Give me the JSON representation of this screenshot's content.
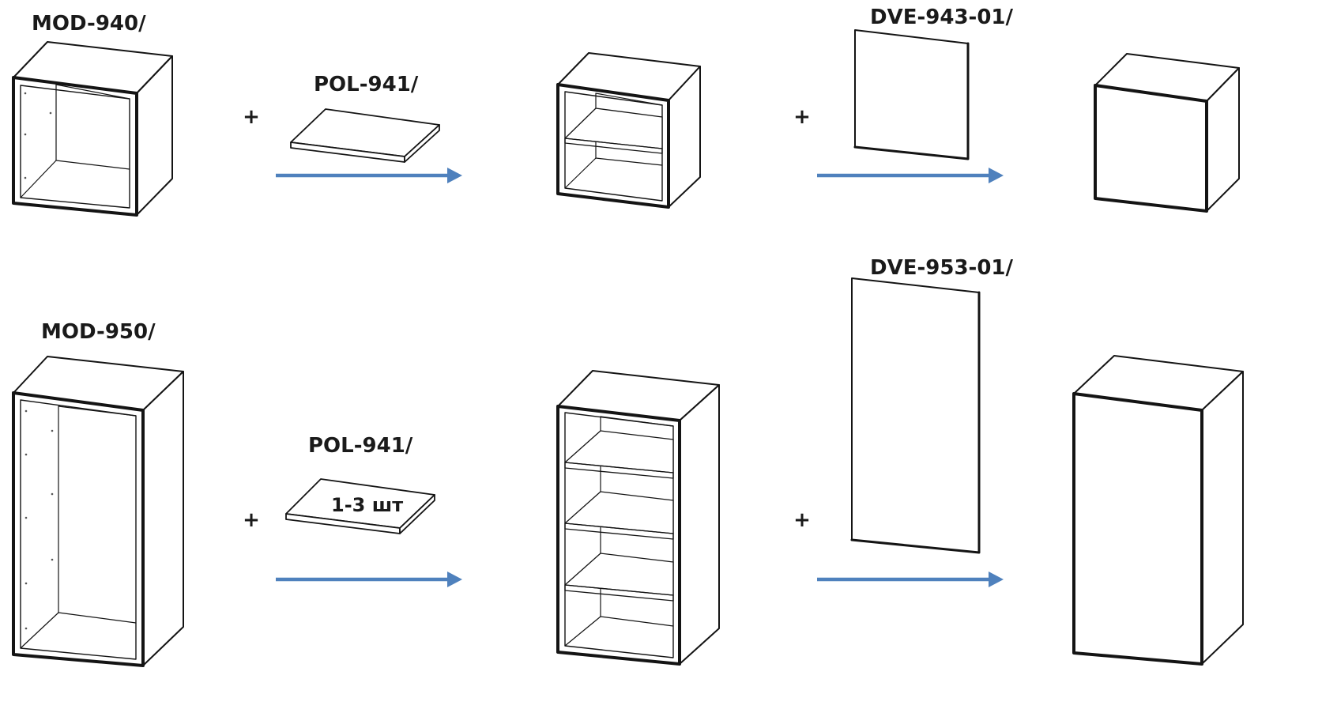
{
  "colors": {
    "arrow": "#4f81bd",
    "line": "#141414",
    "background": "#ffffff"
  },
  "rows": [
    {
      "module_label": "MOD-940/",
      "shelf_label": "POL-941/",
      "shelf_qty": "",
      "plus_1": "+",
      "door_label": "DVE-943-01/",
      "plus_2": "+"
    },
    {
      "module_label": "MOD-950/",
      "shelf_label": "POL-941/",
      "shelf_qty": "1-3 шт",
      "plus_1": "+",
      "door_label": "DVE-953-01/",
      "plus_2": "+"
    }
  ]
}
